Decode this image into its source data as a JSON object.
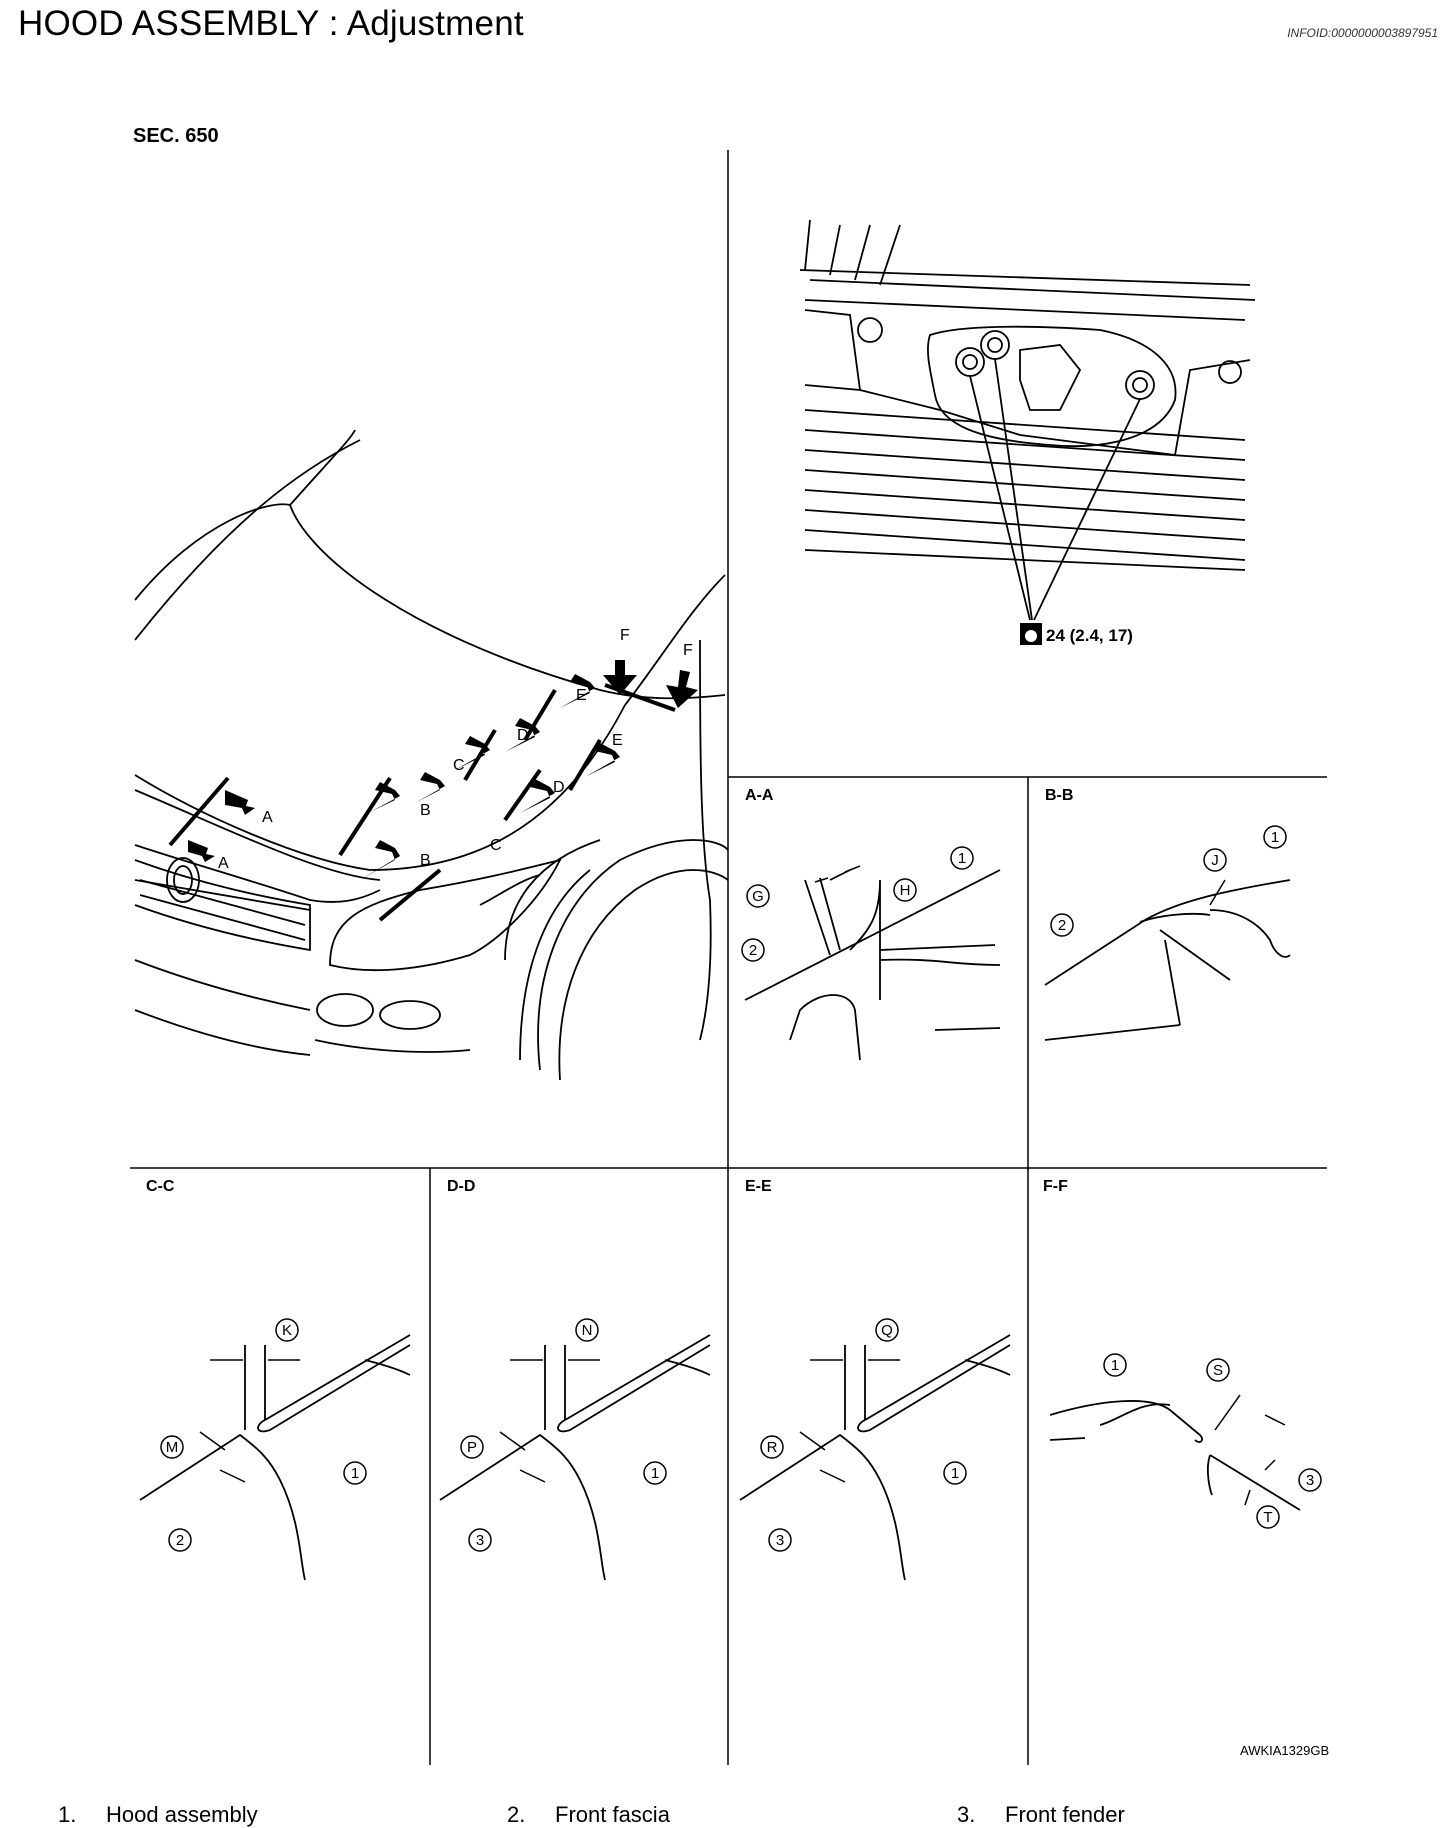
{
  "header": {
    "title": "HOOD ASSEMBLY : Adjustment",
    "infoid": "INFOID:0000000003897951"
  },
  "figure": {
    "section": "SEC. 650",
    "torque": "24 (2.4, 17)",
    "code": "AWKIA1329GB",
    "views": [
      "A-A",
      "B-B",
      "C-C",
      "D-D",
      "E-E",
      "F-F"
    ],
    "section_marks": [
      "A",
      "A",
      "B",
      "B",
      "C",
      "C",
      "D",
      "D",
      "E",
      "E",
      "F",
      "F"
    ],
    "callouts": [
      "1",
      "2",
      "3",
      "G",
      "H",
      "J",
      "K",
      "M",
      "N",
      "P",
      "Q",
      "R",
      "S",
      "T"
    ]
  },
  "legend": [
    {
      "num": "1.",
      "label": "Hood assembly"
    },
    {
      "num": "2.",
      "label": "Front fascia"
    },
    {
      "num": "3.",
      "label": "Front fender"
    }
  ]
}
